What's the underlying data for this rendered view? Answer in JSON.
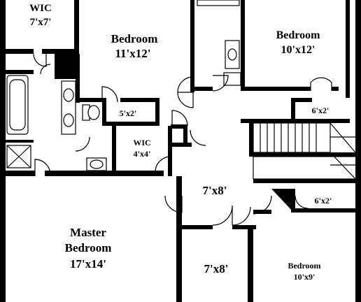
{
  "rooms": {
    "wic_top_left": {
      "name": "WIC",
      "size": "7'x7'"
    },
    "bedroom_center": {
      "name": "Bedroom",
      "size": "11'x12'"
    },
    "bedroom_right": {
      "name": "Bedroom",
      "size": "10'x12'"
    },
    "closet_center": {
      "size": "5'x2'"
    },
    "closet_right": {
      "size": "6'x2'"
    },
    "wic_small": {
      "name": "WIC",
      "size": "4'x4'"
    },
    "hall": {
      "size": "7'x8'"
    },
    "closet_lower_right": {
      "size": "6'x2'"
    },
    "master": {
      "name_line1": "Master",
      "name_line2": "Bedroom",
      "size": "17'x14'"
    },
    "room_bottom_center": {
      "size": "7'x8'"
    },
    "bedroom_bottom_right": {
      "name": "Bedroom",
      "size": "10'x9'"
    }
  }
}
